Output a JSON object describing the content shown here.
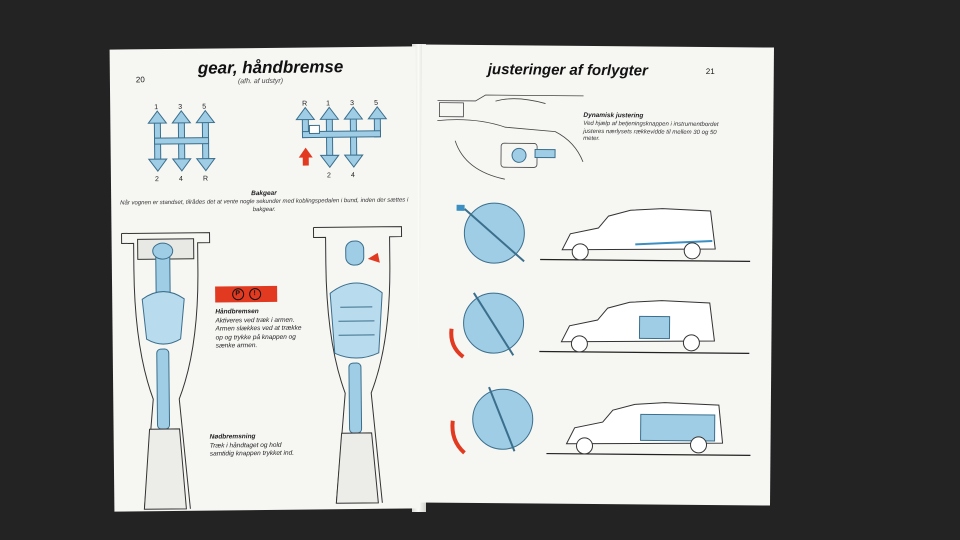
{
  "left_page": {
    "page_number": "20",
    "title": "gear, håndbremse",
    "subtitle": "(afh. af udstyr)",
    "gear_pattern_a": {
      "top": [
        "1",
        "3",
        "5"
      ],
      "bottom": [
        "2",
        "4",
        "R"
      ]
    },
    "gear_pattern_b": {
      "top": [
        "R",
        "1",
        "3",
        "5"
      ],
      "bottom": [
        "2",
        "4"
      ]
    },
    "reverse_heading": "Bakgear",
    "reverse_text": "Når vognen er standset, tilrådes det at vente nogle sekunder med koblingspedalen i bund, inden der sættes i bakgear.",
    "warning_lamps": [
      "P",
      "!"
    ],
    "handbrake_heading": "Håndbremsen",
    "handbrake_text": "Aktiveres ved træk i armen. Armen slækkes ved at trække op og trykke på knappen og sænke armen.",
    "emergency_heading": "Nødbremsning",
    "emergency_text": "Træk i håndtaget og hold samtidig knappen trykket ind."
  },
  "right_page": {
    "page_number": "21",
    "title": "justeringer af forlygter",
    "dynamic_heading": "Dynamisk justering",
    "dynamic_text": "Ved hjælp af betjeningsknappen i instrumentbordet justeres nærlysets rækkevidde til mellem 30 og 50 meter."
  },
  "colors": {
    "illustration_blue": "#9fcde6",
    "warning_red": "#e23a20",
    "background": "#232323"
  }
}
